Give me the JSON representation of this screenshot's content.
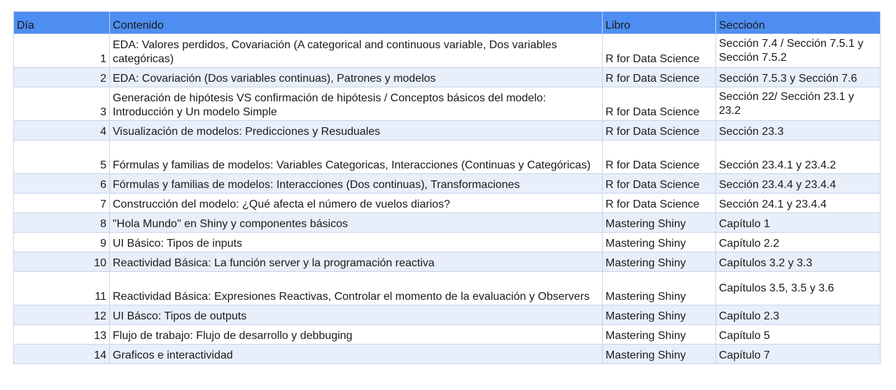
{
  "headers": {
    "dia": "Día",
    "contenido": "Contenido",
    "libro": "Libro",
    "seccion": "Seccioón"
  },
  "rows": [
    {
      "dia": "1",
      "contenido": "EDA: Valores perdidos, Covariación (A categorical and continuous variable, Dos variables categóricas)",
      "libro": "R for Data Science",
      "seccion": "Sección 7.4 / Sección 7.5.1 y Sección 7.5.2"
    },
    {
      "dia": "2",
      "contenido": "EDA: Covariación (Dos variables continuas), Patrones y modelos",
      "libro": "R for Data Science",
      "seccion": "Sección 7.5.3 y Sección 7.6"
    },
    {
      "dia": "3",
      "contenido": "Generación de hipótesis VS confirmación de hipótesis / Conceptos básicos del modelo: Introducción y Un modelo Simple",
      "libro": "R for Data Science",
      "seccion": "Sección 22/ Sección 23.1 y 23.2"
    },
    {
      "dia": "4",
      "contenido": "Visualización de modelos: Predicciones y Resuduales",
      "libro": "R for Data Science",
      "seccion": "Sección 23.3"
    },
    {
      "dia": "5",
      "contenido": "Fórmulas y familias de modelos: Variables Categoricas, Interacciones (Continuas y Categóricas)",
      "libro": "R for Data Science",
      "seccion": "Sección 23.4.1 y 23.4.2"
    },
    {
      "dia": "6",
      "contenido": "Fórmulas y familias de modelos: Interacciones (Dos continuas), Transformaciones",
      "libro": "R for Data Science",
      "seccion": "Sección 23.4.4 y 23.4.4"
    },
    {
      "dia": "7",
      "contenido": "Construcción del modelo: ¿Qué afecta el número de vuelos diarios?",
      "libro": "R for Data Science",
      "seccion": "Sección 24.1  y 23.4.4"
    },
    {
      "dia": "8",
      "contenido": "\"Hola Mundo\" en Shiny y componentes básicos",
      "libro": "Mastering Shiny",
      "seccion": "Capítulo 1"
    },
    {
      "dia": "9",
      "contenido": "UI Básico: Tipos de inputs",
      "libro": "Mastering Shiny",
      "seccion": "Capítulo 2.2"
    },
    {
      "dia": "10",
      "contenido": "Reactividad Básica: La función server y la programación reactiva",
      "libro": "Mastering Shiny",
      "seccion": "Capítulos 3.2 y 3.3"
    },
    {
      "dia": "11",
      "contenido": "Reactividad Básica: Expresiones Reactivas, Controlar el momento de la evaluación y Observers",
      "libro": "Mastering Shiny",
      "seccion": "Capítulos 3.5, 3.5 y 3.6"
    },
    {
      "dia": "12",
      "contenido": "UI Básco: Tipos de outputs",
      "libro": "Mastering Shiny",
      "seccion": "Capítulo 2.3"
    },
    {
      "dia": "13",
      "contenido": "Flujo de trabajo: Flujo de desarrollo y debbuging",
      "libro": "Mastering Shiny",
      "seccion": "Capítulo 5"
    },
    {
      "dia": "14",
      "contenido": "Graficos e interactividad",
      "libro": "Mastering Shiny",
      "seccion": "Capítulo 7"
    }
  ]
}
